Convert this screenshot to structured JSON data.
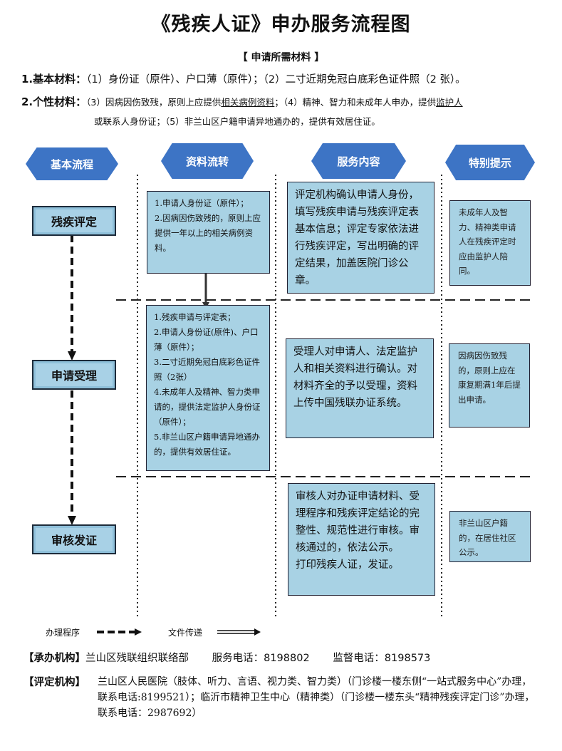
{
  "title": "《残疾人证》申办服务流程图",
  "materials": {
    "heading": "【 申请所需材料 】",
    "basic_label": "1.基本材料：",
    "basic_text": "（1）身份证（原件）、户口薄（原件）；（2）二寸近期免冠白底彩色证件照（2 张）。",
    "personal_label": "2.个性材料：",
    "personal_text_a": "（3）因病因伤致残，原则上应提供",
    "personal_text_u1": "相关病例资料",
    "personal_text_b": "；（4）精神、智力和未成年人申办，提供",
    "personal_text_u2": "监护人",
    "personal_text_c": "或联系人身份证；（5）非兰山区户籍申请异地通办的，提供有效居住证。"
  },
  "headers": {
    "basic_flow": "基本流程",
    "docs": "资料流转",
    "service": "服务内容",
    "tips": "特别提示"
  },
  "stages": [
    "残疾评定",
    "申请受理",
    "审核发证"
  ],
  "docs_boxes": [
    [
      "1.申请人身份证（原件）；",
      "2.因病因伤致残的，原则上应提供一年以上的相关病例资料。"
    ],
    [
      "1.残疾申请与评定表；",
      "2.申请人身份证(原件)、户口薄（原件）；",
      "3.二寸近期免冠白底彩色证件照（2张）",
      "4.未成年人及精神、智力类申请的，提供法定监护人身份证（原件）；",
      "5.非兰山区户籍申请异地通办的，提供有效居住证。"
    ]
  ],
  "service_boxes": [
    "评定机构确认申请人身份，填写残疾申请与残疾评定表基本信息；评定专家依法进行残疾评定，写出明确的评定结果，加盖医院门诊公章。",
    "受理人对申请人、法定监护人和相关资料进行确认。对材料齐全的予以受理，资料上传中国残联办证系统。",
    "审核人对办证申请材料、受理程序和残疾评定结论的完整性、规范性进行审核。审核通过的，依法公示。",
    "打印残疾人证，发证。"
  ],
  "tip_boxes": [
    "未成年人及智力、精神类申请人在残疾评定时应由监护人陪同。",
    "因病因伤致残的，原则上应在康复期满1年后提出申请。",
    "非兰山区户籍的，在居住社区公示。"
  ],
  "legend": {
    "process_label": "办理程序",
    "transfer_label": "文件传递"
  },
  "footer": {
    "org_label": "【承办机构】",
    "org_name": "兰山区残联组织联络部",
    "service_phone": "服务电话：8198802",
    "supervise_phone": "监督电话：8198573",
    "eval_label": "【评定机构】",
    "eval_text": "兰山区人民医院（肢体、听力、言语、视力类、智力类）（门诊楼一楼东侧“一站式服务中心”办理，联系电话:8199521）；临沂市精神卫生中心（精神类）（门诊楼一楼东头“精神残疾评定门诊”办理，联系电话：2987692）"
  },
  "colors": {
    "header_fill": "#3d74c5",
    "box_fill": "#a8d2e4",
    "stage_fill": "#a8d1e6"
  }
}
